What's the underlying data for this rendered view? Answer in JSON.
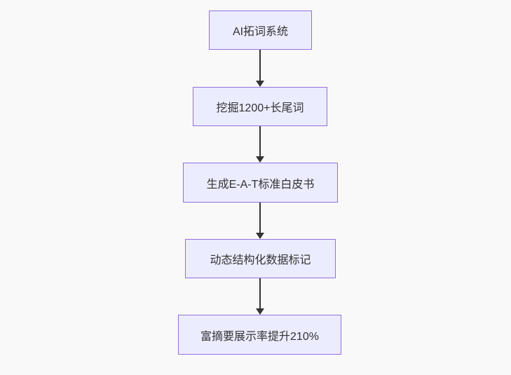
{
  "diagram": {
    "type": "flowchart",
    "direction": "top-down",
    "nodes": [
      {
        "id": "node-0",
        "label": "AI拓词系统"
      },
      {
        "id": "node-1",
        "label": "挖掘1200+长尾词"
      },
      {
        "id": "node-2",
        "label": "生成E-A-T标准白皮书"
      },
      {
        "id": "node-3",
        "label": "动态结构化数据标记"
      },
      {
        "id": "node-4",
        "label": "富摘要展示率提升210%"
      }
    ],
    "edges": [
      {
        "from": "node-0",
        "to": "node-1",
        "style": "solid-arrow"
      },
      {
        "from": "node-1",
        "to": "node-2",
        "style": "solid-arrow"
      },
      {
        "from": "node-2",
        "to": "node-3",
        "style": "solid-arrow"
      },
      {
        "from": "node-3",
        "to": "node-4",
        "style": "solid-arrow"
      }
    ],
    "colors": {
      "node_fill": "#ECECFF",
      "node_border": "#9370DB",
      "arrow": "#333333",
      "text": "#333333",
      "background": "#F9F9F9"
    }
  }
}
